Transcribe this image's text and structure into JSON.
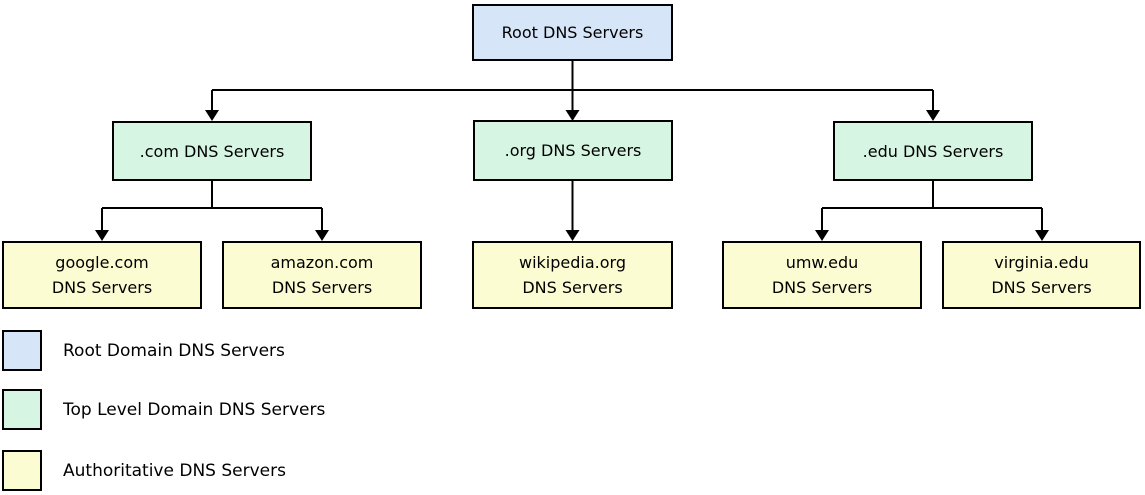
{
  "diagram": {
    "nodes": {
      "root": {
        "label": "Root DNS Servers"
      },
      "com": {
        "label": ".com DNS Servers"
      },
      "org": {
        "label": ".org DNS Servers"
      },
      "edu": {
        "label": ".edu DNS Servers"
      },
      "google": {
        "line1": "google.com",
        "line2": "DNS Servers"
      },
      "amazon": {
        "line1": "amazon.com",
        "line2": "DNS Servers"
      },
      "wikipedia": {
        "line1": "wikipedia.org",
        "line2": "DNS Servers"
      },
      "umw": {
        "line1": "umw.edu",
        "line2": "DNS Servers"
      },
      "virginia": {
        "line1": "virginia.edu",
        "line2": "DNS Servers"
      }
    },
    "hierarchy": {
      "root": [
        "com",
        "org",
        "edu"
      ],
      "com": [
        "google",
        "amazon"
      ],
      "org": [
        "wikipedia"
      ],
      "edu": [
        "umw",
        "virginia"
      ]
    },
    "colors": {
      "root_fill": "#d6e6f8",
      "tld_fill": "#d7f5e3",
      "authoritative_fill": "#fcfcd2",
      "border": "#000000",
      "background": "#ffffff"
    },
    "legend": [
      {
        "label": "Root Domain DNS Servers",
        "color": "#d6e6f8"
      },
      {
        "label": "Top Level Domain DNS Servers",
        "color": "#d7f5e3"
      },
      {
        "label": "Authoritative DNS Servers",
        "color": "#fcfcd2"
      }
    ]
  }
}
